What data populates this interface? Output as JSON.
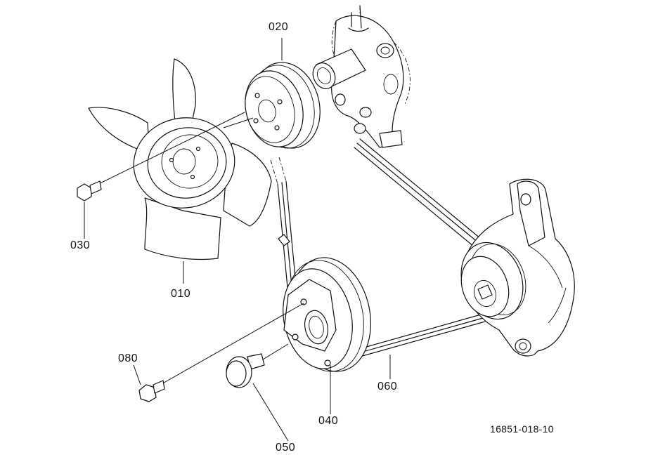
{
  "diagram": {
    "drawing_id": "16851-018-10",
    "callouts": {
      "fan": "010",
      "fan_pulley": "020",
      "fan_bolt": "030",
      "crank_pulley": "040",
      "crank_bolt": "050",
      "v_belt": "060",
      "pulley_bolt": "080"
    }
  }
}
